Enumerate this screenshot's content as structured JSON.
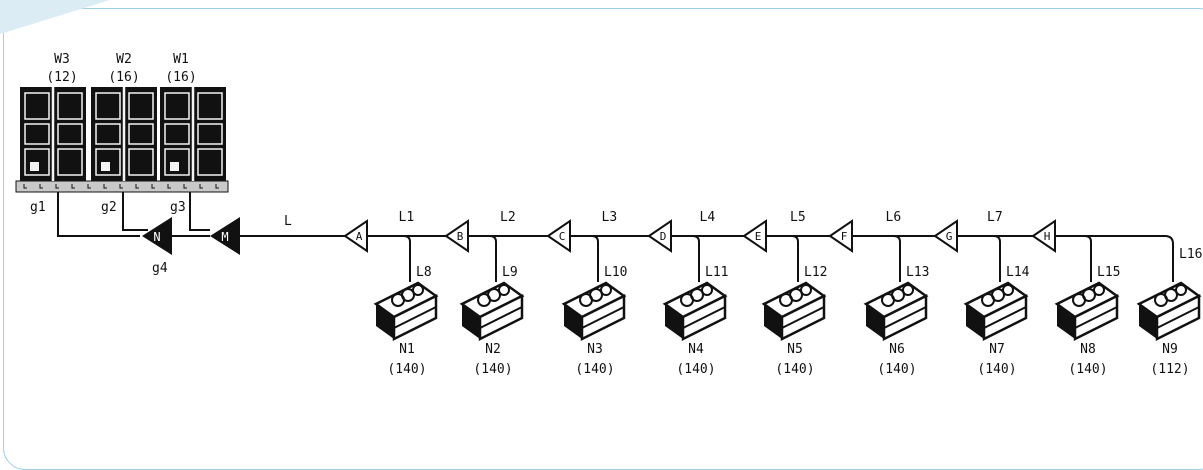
{
  "outdoor_units": [
    {
      "id": "W3",
      "capacity": "(12)"
    },
    {
      "id": "W2",
      "capacity": "(16)"
    },
    {
      "id": "W1",
      "capacity": "(16)"
    }
  ],
  "outdoor_pipes": [
    "g1",
    "g2",
    "g3",
    "g4"
  ],
  "outdoor_joints": [
    "N",
    "M"
  ],
  "main_pipe": "L",
  "branch_joints": [
    "A",
    "B",
    "C",
    "D",
    "E",
    "F",
    "G",
    "H"
  ],
  "main_segments": [
    "L1",
    "L2",
    "L3",
    "L4",
    "L5",
    "L6",
    "L7"
  ],
  "branch_pipes": [
    "L8",
    "L9",
    "L10",
    "L11",
    "L12",
    "L13",
    "L14",
    "L15",
    "L16"
  ],
  "indoor_units": [
    {
      "id": "N1",
      "capacity": "(140)"
    },
    {
      "id": "N2",
      "capacity": "(140)"
    },
    {
      "id": "N3",
      "capacity": "(140)"
    },
    {
      "id": "N4",
      "capacity": "(140)"
    },
    {
      "id": "N5",
      "capacity": "(140)"
    },
    {
      "id": "N6",
      "capacity": "(140)"
    },
    {
      "id": "N7",
      "capacity": "(140)"
    },
    {
      "id": "N8",
      "capacity": "(140)"
    },
    {
      "id": "N9",
      "capacity": "(112)"
    }
  ],
  "colors": {
    "frame": "#9fcfe4",
    "line": "#111111",
    "corner": "#dcecf5"
  }
}
